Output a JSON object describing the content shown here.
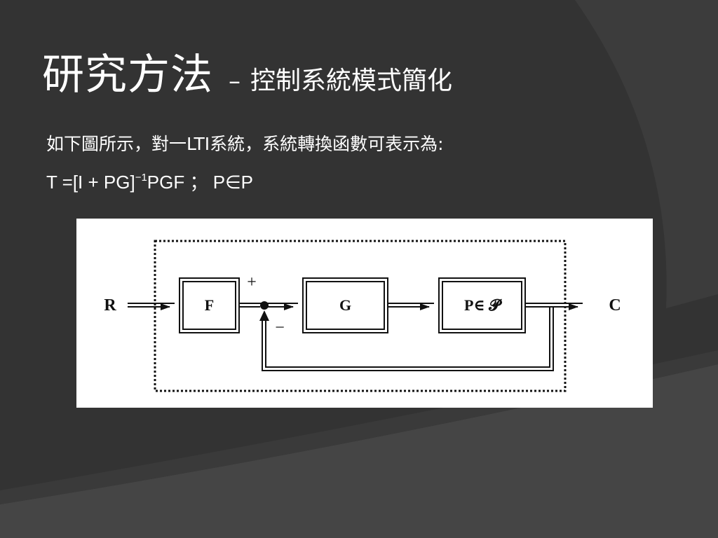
{
  "slide": {
    "title": "研究方法",
    "title_separator": "–",
    "subtitle": "控制系統模式簡化",
    "body_line1": "如下圖所示，對一LTI系統，系統轉換函數可表示為:",
    "formula": {
      "before_sup": "T =[I + PG]",
      "sup": "−1",
      "after_sup": "PGF  ；  P∈P"
    }
  },
  "diagram": {
    "input_label": "R",
    "output_label": "C",
    "block_f": "F",
    "block_g": "G",
    "block_p": "P∈ 𝓟",
    "plus_sign": "+",
    "minus_sign": "−"
  },
  "colors": {
    "background": "#333333",
    "text": "#ffffff",
    "diagram_bg": "#ffffff",
    "diagram_ink": "#111111"
  }
}
